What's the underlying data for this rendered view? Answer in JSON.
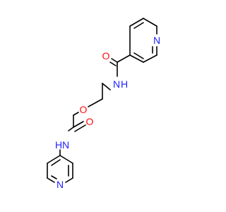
{
  "colors": {
    "bond": "#000000",
    "nitrogen": "#1f1fff",
    "oxygen": "#ff0d0d",
    "background": "#ffffff"
  },
  "atoms": {
    "n_pyridine_top": "N",
    "o_amide": "O",
    "n_amide": "N",
    "h_amide": "H",
    "o_ester": "O",
    "o_carbonyl": "O",
    "n_carbamate": "N",
    "h_carbamate": "H",
    "n_pyridine_bottom": "N"
  }
}
